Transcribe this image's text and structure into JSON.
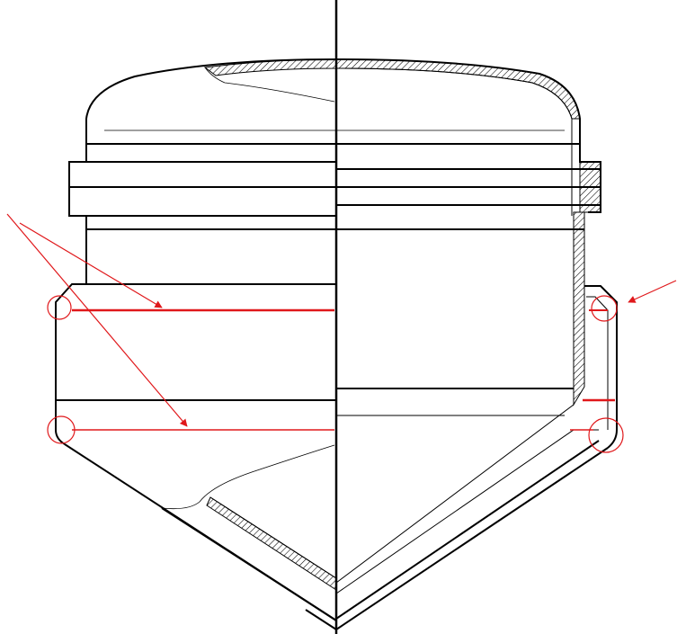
{
  "colors": {
    "outline": "#000000",
    "annotation": "#e0181b",
    "background": "#ffffff"
  },
  "annotations": {
    "left_arrow_count": 2,
    "right_arrow_count": 1,
    "marked_corner_count": 4
  }
}
